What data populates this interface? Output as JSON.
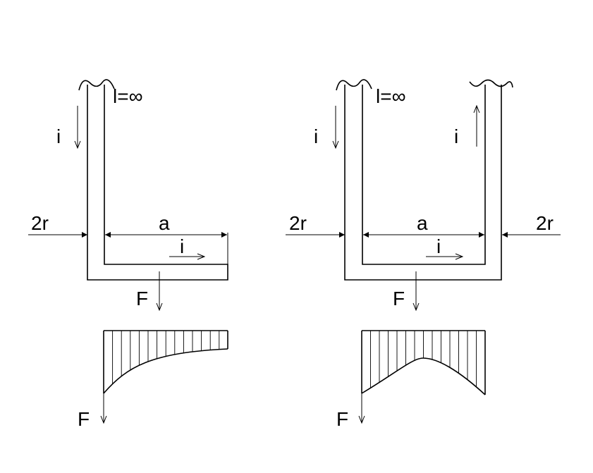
{
  "figures": [
    {
      "id": "left",
      "inductance_label": "l=∞",
      "current_label_vertical": "i",
      "current_label_horizontal": "i",
      "width_label": "2r",
      "length_label": "a",
      "force_label": "F",
      "diagram_force_label": "F"
    },
    {
      "id": "right",
      "inductance_label": "l=∞",
      "current_label_left": "i",
      "current_label_right": "i",
      "current_label_horizontal": "i",
      "width_label_left": "2r",
      "width_label_right": "2r",
      "length_label": "a",
      "force_label": "F",
      "diagram_force_label": "F"
    }
  ],
  "colors": {
    "line": "#000000",
    "background": "#ffffff"
  }
}
